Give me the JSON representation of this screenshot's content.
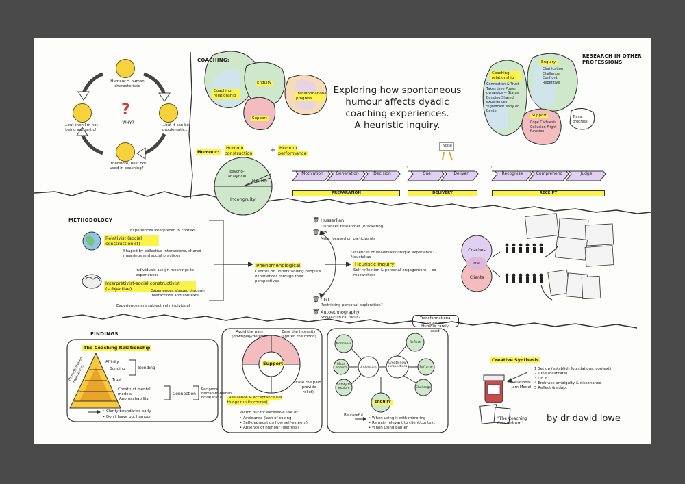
{
  "title": {
    "line1": "Exploring how spontaneous",
    "line2": "humour affects dyadic",
    "line3": "coaching experiences.",
    "line4": "A heuristic inquiry."
  },
  "author": "by dr david lowe",
  "cycle": {
    "top": "Humour = human characteristic",
    "right": "...but it can be problematic...",
    "bottom": "...therefore, best not used in coaching?",
    "left": "...but then I'm not being authentic!",
    "center": "WHY?"
  },
  "coaching": {
    "heading": "COACHING:",
    "relationship": "Coaching relationship",
    "enquiry": "Enquiry",
    "progress": "Transformational progress",
    "support": "Support"
  },
  "research": {
    "heading": "RESEARCH IN OTHER PROFESSIONS",
    "relationship": "Coaching relationship",
    "relationship_notes": "Connection & Trust Takes time Power dynamics = Status Bonding Shared experiences Significant early on Banter",
    "enquiry": "Enquiry",
    "enquiry_notes": "Clarification Challenge Confront Repetitive",
    "support": "Support",
    "support_notes": "Cope Catharsis Collusion Flight function",
    "progress": "Trans. progress"
  },
  "humour": {
    "label": "Humour:",
    "construction": "Humour construction",
    "plus": "+",
    "performance": "Humour performance",
    "pie_psycho": "psycho-analytical",
    "pie_hostility": "Hostility",
    "pie_incongruity": "Incongruity"
  },
  "process": {
    "preparation_steps": [
      "Motivation",
      "Generation",
      "Decision"
    ],
    "preparation": "PREPARATION",
    "delivery_steps": [
      "Cue",
      "Deliver"
    ],
    "delivery": "DELIVERY",
    "noise": "Noise",
    "receipt_steps": [
      "Recognise",
      "Comprehend",
      "Judge"
    ],
    "receipt": "RECEIPT"
  },
  "methodology": {
    "heading": "METHODOLOGY",
    "exp_interpreted": "Experiences interpreted in context",
    "relativist": "Relativist (social constructionist)",
    "shaped_by": "Shaped by collective interactions, shared meanings and social practices",
    "individuals_assign": "Individuals assign meanings to experiences",
    "interpretivist": "Interpretivist-social constructivist (subjective)",
    "exp_shaped": "Experiences shaped through interactions and contexts",
    "subjectively": "Experiences are subjectively individual",
    "phenomenological": "Phenomenological",
    "pheno_note": "Centres on understanding people's experiences through their perspectives",
    "husserlian": "Husserlian",
    "husserlian_note": "Distances researcher (bracketing)",
    "ipa": "IPA",
    "ipa_note": "More focused on participants",
    "essence": "\"essences of universally unique experience\" - Moustakas",
    "heuristic": "Heuristic inquiry",
    "heuristic_note": "Self-reflection & personal engagement + co-researchers",
    "cgt": "CGT",
    "cgt_note": "Restricting personal exploration?",
    "auto": "Autoethnography",
    "auto_note": "Social-cultural focus?",
    "coaches": "Coaches",
    "me": "me",
    "clients": "Clients"
  },
  "findings": {
    "heading": "FINDINGS",
    "relationship_title": "The Coaching Relationship",
    "tiers": [
      "Affinity",
      "Bonding",
      "Trust",
      "Construct mental models",
      "Approachability"
    ],
    "side1": "Bonding",
    "connection": "Connection",
    "reciprocal": "Reciprocal Human-to-human Equal status",
    "though": "Through shared experiences",
    "bullets": [
      "Clarify boundaries early",
      "Don't leave out humour"
    ],
    "support": "Support",
    "avoid": "Avoid the pain (downplay/deflect)",
    "ease": "Ease the intensity (lighten the mood)",
    "ease_pain": "Ease the pain (provide relief)",
    "resilience": "Resilience & acceptance (let things run its course)",
    "watch": "Watch out for excessive use of:",
    "watch_items": [
      "Avoidance (lack of coping)",
      "Self-deprecation (low self-esteem)",
      "Absence of humour (distress)"
    ],
    "trans": "Transformational progress",
    "humour_rarely": "Humour rarely used",
    "nodes": [
      "Normalise",
      "Reflect",
      "Make absurd",
      "Understand",
      "Create new perspectives",
      "Reframe",
      "Safety to explore",
      "Challenge"
    ],
    "enquiry": "Enquiry",
    "careful": "Be careful",
    "careful_items": [
      "When using it with mirroring",
      "Remain relevant to client/context",
      "When using banter"
    ],
    "creative": "Creative Synthesis",
    "jam": "Relational Jam Model",
    "steps": [
      "Set up (establish foundations, context)",
      "Tune (calibrate)",
      "Do it",
      "Embrace ambiguity & dissonance",
      "Reflect & adapt"
    ],
    "conundrum": "\"The Coaching Conundrum\""
  },
  "colors": {
    "highlight": "#fbf24a",
    "green": "#cfe8cc",
    "red": "#f3bcbf",
    "purple": "#e0d0f2",
    "orange": "#f8dbb7",
    "blue": "#cfe3f1",
    "background": "#4a4a4a"
  }
}
